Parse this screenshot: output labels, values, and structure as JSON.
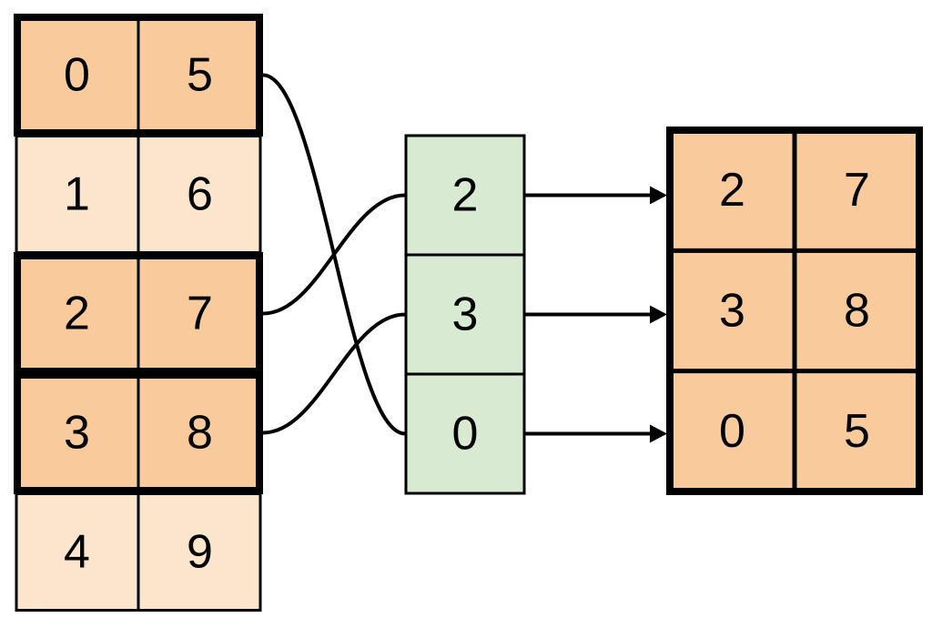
{
  "colors": {
    "highlight_fill": "#F9CB9C",
    "normal_fill": "#FCE5CD",
    "index_fill": "#D9EAD3",
    "stroke": "#000000",
    "background": "#FFFFFF"
  },
  "left_table": {
    "rows": [
      {
        "values": [
          "0",
          "5"
        ],
        "highlighted": true
      },
      {
        "values": [
          "1",
          "6"
        ],
        "highlighted": false
      },
      {
        "values": [
          "2",
          "7"
        ],
        "highlighted": true
      },
      {
        "values": [
          "3",
          "8"
        ],
        "highlighted": true
      },
      {
        "values": [
          "4",
          "9"
        ],
        "highlighted": false
      }
    ]
  },
  "index_column": {
    "values": [
      "2",
      "3",
      "0"
    ]
  },
  "result_table": {
    "rows": [
      [
        "2",
        "7"
      ],
      [
        "3",
        "8"
      ],
      [
        "0",
        "5"
      ]
    ]
  },
  "connections": [
    {
      "from_row": 0,
      "to_index_cell": 2
    },
    {
      "from_row": 2,
      "to_index_cell": 0
    },
    {
      "from_row": 3,
      "to_index_cell": 1
    }
  ],
  "arrows": [
    {
      "from_index_cell": 0,
      "to_result_row": 0
    },
    {
      "from_index_cell": 1,
      "to_result_row": 1
    },
    {
      "from_index_cell": 2,
      "to_result_row": 2
    }
  ]
}
